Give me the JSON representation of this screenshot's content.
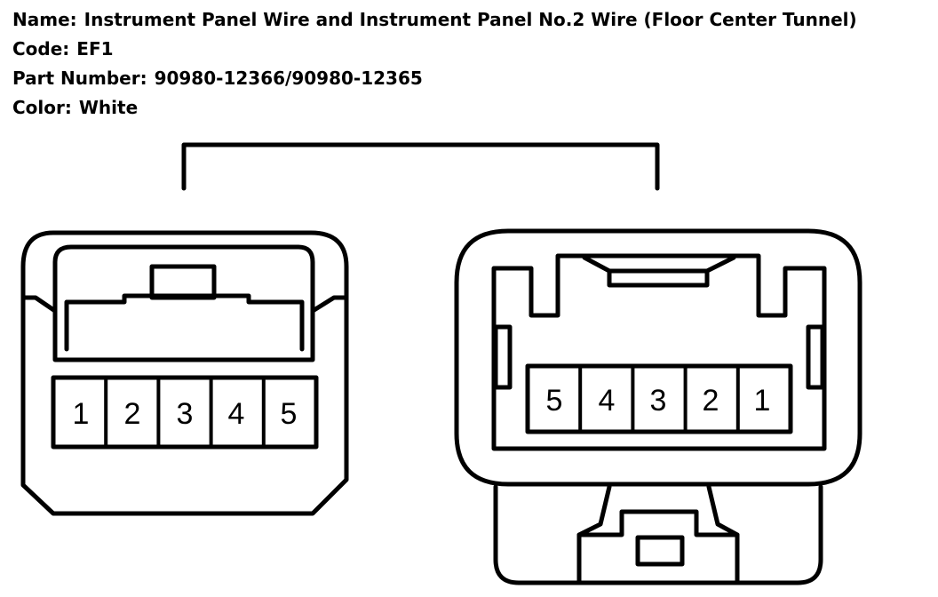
{
  "header": {
    "name_label": "Name:",
    "name_value": "Instrument Panel Wire and Instrument Panel No.2 Wire (Floor Center Tunnel)",
    "code_label": "Code:",
    "code_value": "EF1",
    "part_label": "Part Number:",
    "part_value": "90980-12366/90980-12365",
    "color_label": "Color:",
    "color_value": "White"
  },
  "connectors": {
    "left": {
      "pins": [
        "1",
        "2",
        "3",
        "4",
        "5"
      ]
    },
    "right": {
      "pins": [
        "5",
        "4",
        "3",
        "2",
        "1"
      ]
    }
  }
}
